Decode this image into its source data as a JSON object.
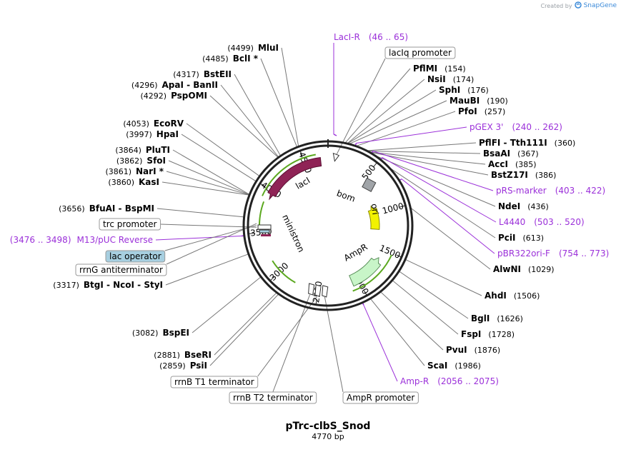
{
  "credit": {
    "prefix": "Created by",
    "brand": "SnapGene"
  },
  "plasmid": {
    "name": "pTrc-clbS_Snod",
    "length": "4770 bp"
  },
  "ticks": [
    "500",
    "1000",
    "1500",
    "2000",
    "2500",
    "3000",
    "3500",
    "4000",
    "4500"
  ],
  "colors": {
    "lacI": "#8f2356",
    "ori": "#f2f200",
    "ampR": "#c8f5c8",
    "primer": "#9b30d9",
    "lac_operator": "#a7cfe0",
    "green": "#5ba81f"
  },
  "map_labels": {
    "lacI": "lacI",
    "bom": "bom",
    "ori": "ori",
    "AmpR": "AmpR",
    "ministron": "ministron"
  },
  "sites": [
    {
      "name": "MluI",
      "pos": "(4499)",
      "name_first": false
    },
    {
      "name": "BclI *",
      "pos": "(4485)",
      "name_first": false
    },
    {
      "name": "BstEII",
      "pos": "(4317)",
      "name_first": false
    },
    {
      "name": "ApaI  -  BanII",
      "pos": "(4296)",
      "name_first": false
    },
    {
      "name": "PspOMI",
      "pos": "(4292)",
      "name_first": false
    },
    {
      "name": "EcoRV",
      "pos": "(4053)",
      "name_first": false
    },
    {
      "name": "HpaI",
      "pos": "(3997)",
      "name_first": false
    },
    {
      "name": "PluTI",
      "pos": "(3864)",
      "name_first": false
    },
    {
      "name": "SfoI",
      "pos": "(3862)",
      "name_first": false
    },
    {
      "name": "NarI *",
      "pos": "(3861)",
      "name_first": false
    },
    {
      "name": "KasI",
      "pos": "(3860)",
      "name_first": false
    },
    {
      "name": "BfuAI  -  BspMI",
      "pos": "(3656)",
      "name_first": false
    },
    {
      "name": "BtgI  -  NcoI  -  StyI",
      "pos": "(3317)",
      "name_first": false
    },
    {
      "name": "BspEI",
      "pos": "(3082)",
      "name_first": false
    },
    {
      "name": "BseRI",
      "pos": "(2881)",
      "name_first": false
    },
    {
      "name": "PsiI",
      "pos": "(2859)",
      "name_first": false
    },
    {
      "name": "PflMI",
      "pos": "(154)",
      "name_first": true
    },
    {
      "name": "NsiI",
      "pos": "(174)",
      "name_first": true
    },
    {
      "name": "SphI",
      "pos": "(176)",
      "name_first": true
    },
    {
      "name": "MauBI",
      "pos": "(190)",
      "name_first": true
    },
    {
      "name": "PfoI",
      "pos": "(257)",
      "name_first": true
    },
    {
      "name": "PflFI  -  Tth111I",
      "pos": "(360)",
      "name_first": true
    },
    {
      "name": "BsaAI",
      "pos": "(367)",
      "name_first": true
    },
    {
      "name": "AccI",
      "pos": "(385)",
      "name_first": true
    },
    {
      "name": "BstZ17I",
      "pos": "(386)",
      "name_first": true
    },
    {
      "name": "NdeI",
      "pos": "(436)",
      "name_first": true
    },
    {
      "name": "PciI",
      "pos": "(613)",
      "name_first": true
    },
    {
      "name": "AlwNI",
      "pos": "(1029)",
      "name_first": true
    },
    {
      "name": "AhdI",
      "pos": "(1506)",
      "name_first": true
    },
    {
      "name": "BglI",
      "pos": "(1626)",
      "name_first": true
    },
    {
      "name": "FspI",
      "pos": "(1728)",
      "name_first": true
    },
    {
      "name": "PvuI",
      "pos": "(1876)",
      "name_first": true
    },
    {
      "name": "ScaI",
      "pos": "(1986)",
      "name_first": true
    }
  ],
  "primers": [
    {
      "name": "LacI-R",
      "range": "(46 .. 65)"
    },
    {
      "name": "pGEX 3'",
      "range": "(240 .. 262)"
    },
    {
      "name": "pRS-marker",
      "range": "(403 .. 422)"
    },
    {
      "name": "L4440",
      "range": "(503 .. 520)"
    },
    {
      "name": "pBR322ori-F",
      "range": "(754 .. 773)"
    },
    {
      "name": "Amp-R",
      "range": "(2056 .. 2075)"
    },
    {
      "name": "M13/pUC Reverse",
      "range": "(3476 .. 3498)"
    }
  ],
  "features": [
    {
      "label": "lacIq promoter"
    },
    {
      "label": "trc promoter"
    },
    {
      "label": "lac operator"
    },
    {
      "label": "rrnG antiterminator"
    },
    {
      "label": "rrnB T1 terminator"
    },
    {
      "label": "rrnB T2 terminator"
    },
    {
      "label": "AmpR promoter"
    }
  ]
}
